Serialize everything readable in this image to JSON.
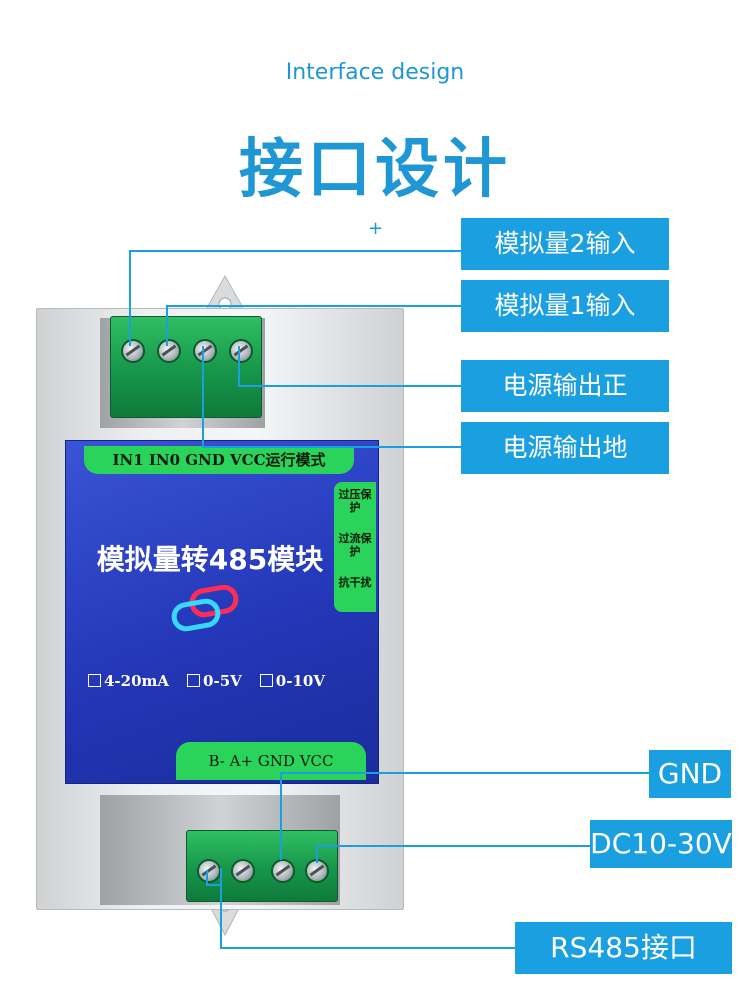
{
  "header": {
    "subtitle": "Interface design",
    "title": "接口设计",
    "plus": "+"
  },
  "device": {
    "top_bar": "IN1 IN0 GND VCC运行模式",
    "side_labels": [
      "过压保护",
      "过流保护",
      "抗干扰"
    ],
    "panel_title": "模拟量转485模块",
    "logo_icon": "chain-link-icon",
    "modes": [
      "4-20mA",
      "0-5V",
      "0-10V"
    ],
    "bottom_bar": "B-   A+  GND  VCC"
  },
  "callouts": [
    "模拟量2输入",
    "模拟量1输入",
    "电源输出正",
    "电源输出地",
    "GND",
    "DC10-30V",
    "RS485接口"
  ],
  "colors": {
    "accent": "#1a9fe0",
    "panel": "#2a3ec4",
    "indicator_green": "#2ad35a",
    "terminal_green": "#16964a"
  }
}
